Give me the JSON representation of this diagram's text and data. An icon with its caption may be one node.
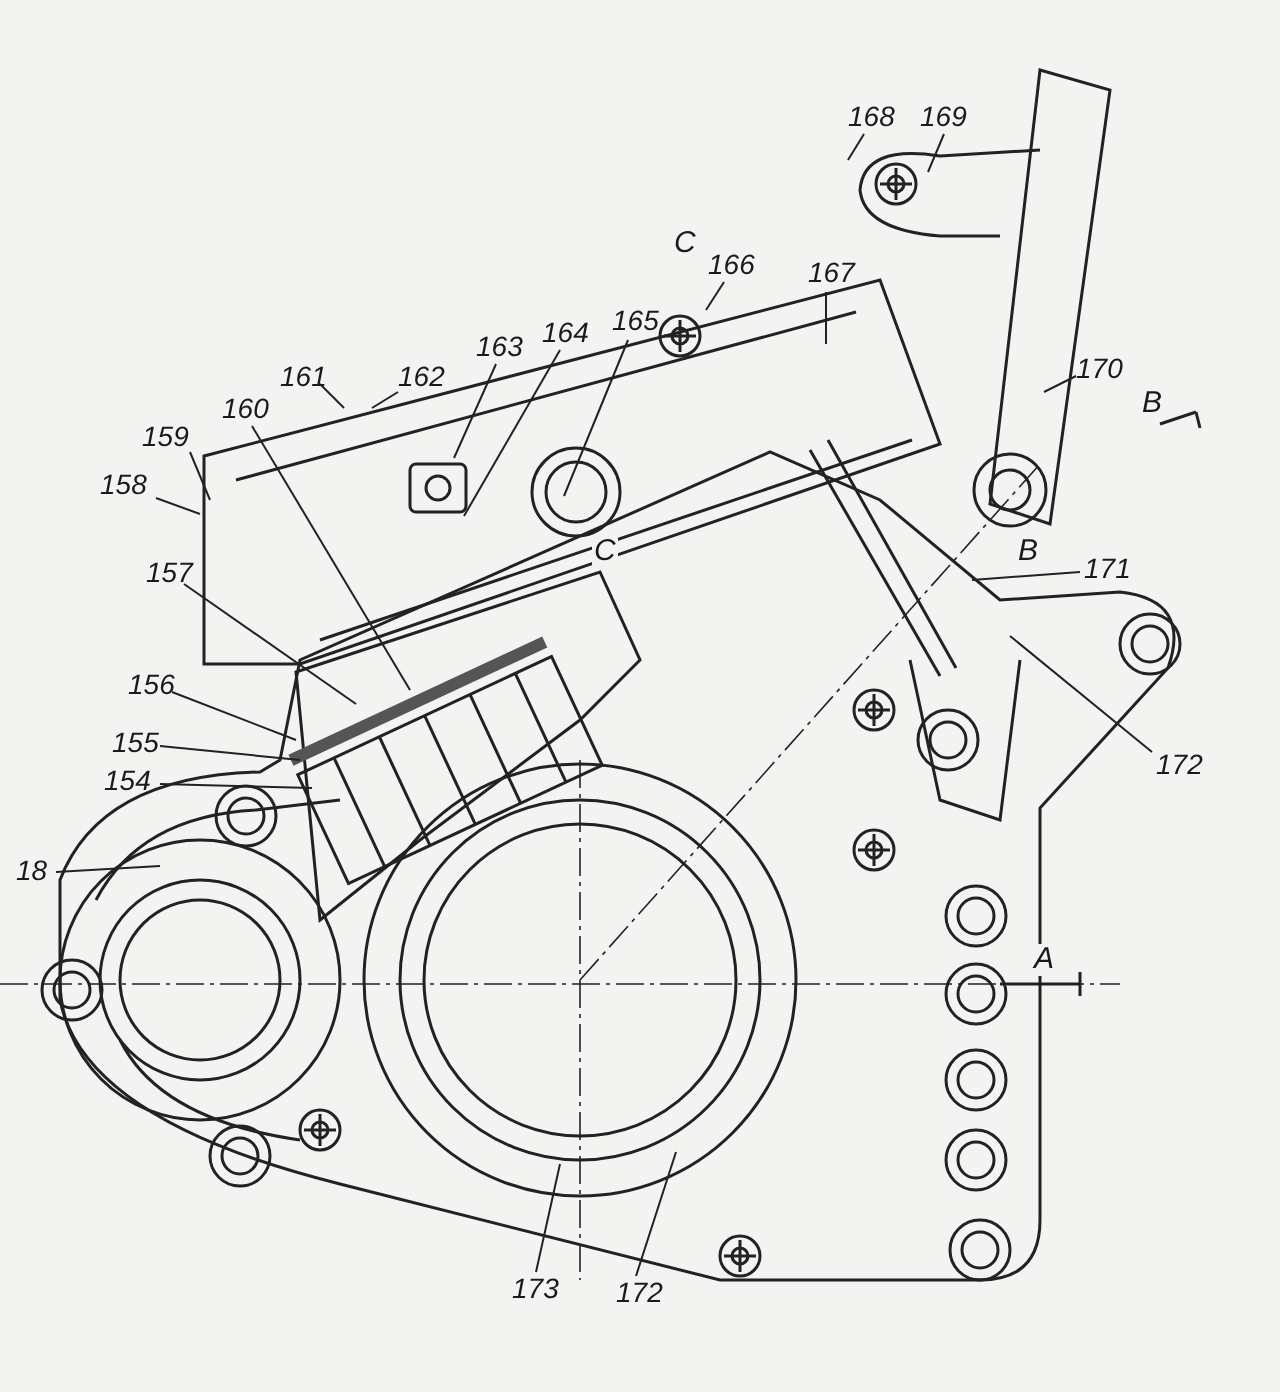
{
  "diagram": {
    "nodes": [
      {
        "text": [
          "168"
        ]
      },
      {
        "text": [
          "169"
        ]
      },
      {
        "text": [
          "166"
        ]
      },
      {
        "text": [
          "167"
        ]
      },
      {
        "text": [
          "161"
        ]
      },
      {
        "text": [
          "162"
        ]
      },
      {
        "text": [
          "163"
        ]
      },
      {
        "text": [
          "164"
        ]
      },
      {
        "text": [
          "165"
        ]
      },
      {
        "text": [
          "170"
        ]
      },
      {
        "text": [
          "160"
        ]
      },
      {
        "text": [
          "159"
        ]
      },
      {
        "text": [
          "158"
        ]
      },
      {
        "text": [
          "157"
        ]
      },
      {
        "text": [
          "171"
        ]
      },
      {
        "text": [
          "156"
        ]
      },
      {
        "text": [
          "155"
        ]
      },
      {
        "text": [
          "172"
        ]
      },
      {
        "text": [
          "154"
        ]
      },
      {
        "text": [
          "18"
        ]
      },
      {
        "text": [
          "173"
        ]
      },
      {
        "text": [
          "172"
        ]
      }
    ],
    "edges": [
      {
        "from": 0,
        "to": null,
        "arrow": "none"
      },
      {
        "from": 1,
        "to": null,
        "arrow": "none"
      },
      {
        "from": 2,
        "to": null,
        "arrow": "none"
      },
      {
        "from": 3,
        "to": null,
        "arrow": "none"
      },
      {
        "from": 4,
        "to": null,
        "arrow": "none"
      },
      {
        "from": 5,
        "to": null,
        "arrow": "none"
      },
      {
        "from": 6,
        "to": null,
        "arrow": "none"
      },
      {
        "from": 7,
        "to": null,
        "arrow": "none"
      },
      {
        "from": 8,
        "to": null,
        "arrow": "none"
      },
      {
        "from": 9,
        "to": null,
        "arrow": "none"
      },
      {
        "from": 10,
        "to": null,
        "arrow": "none"
      },
      {
        "from": 11,
        "to": null,
        "arrow": "none"
      },
      {
        "from": 12,
        "to": null,
        "arrow": "none"
      },
      {
        "from": 13,
        "to": null,
        "arrow": "none"
      },
      {
        "from": 14,
        "to": null,
        "arrow": "none"
      },
      {
        "from": 15,
        "to": null,
        "arrow": "none"
      },
      {
        "from": 16,
        "to": null,
        "arrow": "none"
      },
      {
        "from": 17,
        "to": null,
        "arrow": "none"
      },
      {
        "from": 18,
        "to": null,
        "arrow": "none"
      },
      {
        "from": 19,
        "to": null,
        "arrow": "none"
      },
      {
        "from": 20,
        "to": null,
        "arrow": "none"
      },
      {
        "from": 21,
        "to": null,
        "arrow": "none"
      }
    ],
    "labels": [
      "С",
      "В",
      "С",
      "В",
      "А"
    ]
  }
}
